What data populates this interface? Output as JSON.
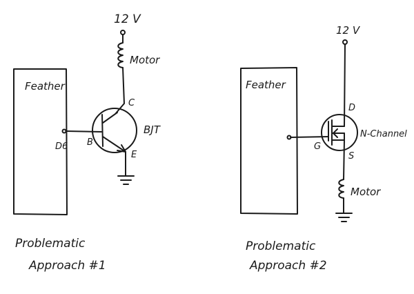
{
  "left": {
    "supply": "12 V",
    "load": "Motor",
    "board": "Feather",
    "pin": "D6",
    "device": "BJT",
    "terminal_c": "C",
    "terminal_b": "B",
    "terminal_e": "E",
    "caption_line1": "Problematic",
    "caption_line2": "Approach #1"
  },
  "right": {
    "supply": "12 V",
    "board": "Feather",
    "device": "N-Channel",
    "terminal_d": "D",
    "terminal_g": "G",
    "terminal_s": "S",
    "load": "Motor",
    "caption_line1": "Problematic",
    "caption_line2": "Approach #2"
  }
}
